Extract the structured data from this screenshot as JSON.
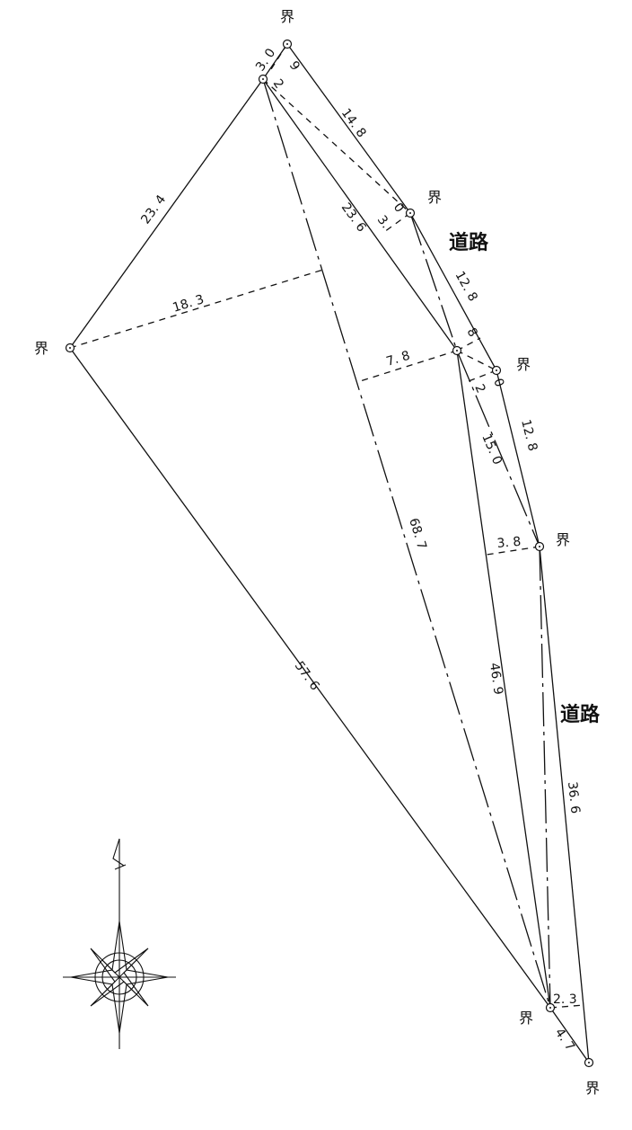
{
  "boundary_label": "界",
  "road_labels": [
    "道路",
    "道路"
  ],
  "measurements": {
    "a_b": "3. 0",
    "a_perp": "9",
    "b_small": "2",
    "a_c": "14. 8",
    "d_b": "23. 4",
    "b_e": "23. 6",
    "c_perp_1": "3.",
    "c_perp_2": "0",
    "d_perp": "18. 3",
    "c_f": "12. 8",
    "e_perp": "8",
    "f_small_0": "0",
    "f_small_2": "2",
    "e_perp_bh": "7. 8",
    "e_g": "15. 0",
    "f_g": "12. 8",
    "g_perp": "3. 8",
    "b_h": "68. 7",
    "e_h": "46. 9",
    "d_h": "57. 6",
    "g_i": "36. 6",
    "h_perp": "2. 3",
    "h_i": "4. 7"
  }
}
